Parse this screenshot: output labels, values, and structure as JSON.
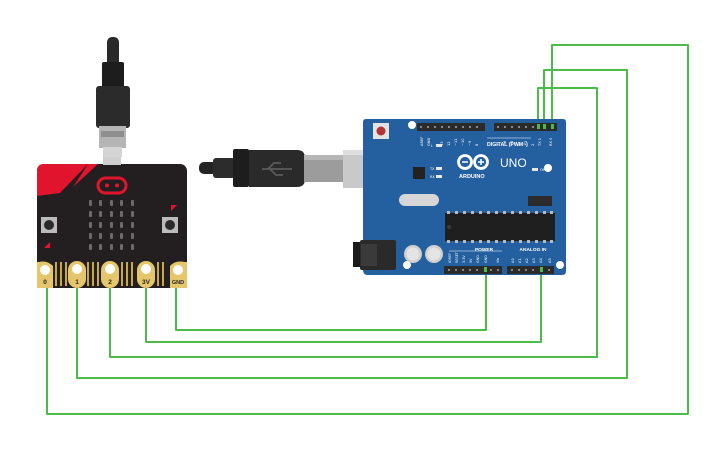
{
  "microbit": {
    "pins": [
      "0",
      "1",
      "2",
      "3V",
      "GND"
    ],
    "button_a": "A",
    "button_b": "B"
  },
  "arduino": {
    "model": "UNO",
    "brand": "ARDUINO",
    "digital_header": "DIGITAL (PWM~)",
    "power_header": "POWER",
    "analog_header": "ANALOG IN",
    "led_on": "ON",
    "led_tx": "TX",
    "led_rx": "RX",
    "led_l": "L",
    "analog_pins": [
      "A0",
      "A1",
      "A2",
      "A3",
      "A4",
      "A5"
    ],
    "power_pins": [
      "IOREF",
      "RESET",
      "3.3V",
      "5V",
      "GND",
      "GND",
      "Vin"
    ],
    "digital_pins": [
      "AREF",
      "GND",
      "13",
      "12",
      "~11",
      "~10",
      "~9",
      "8",
      "7",
      "~6",
      "~5",
      "4",
      "~3",
      "2",
      "TX 1",
      "RX 0"
    ]
  },
  "colors": {
    "wire": "#4cbb47",
    "board_blue": "#24609f",
    "microbit_body": "#231f20",
    "microbit_accent": "#e0142c",
    "gold": "#e6c66b"
  }
}
